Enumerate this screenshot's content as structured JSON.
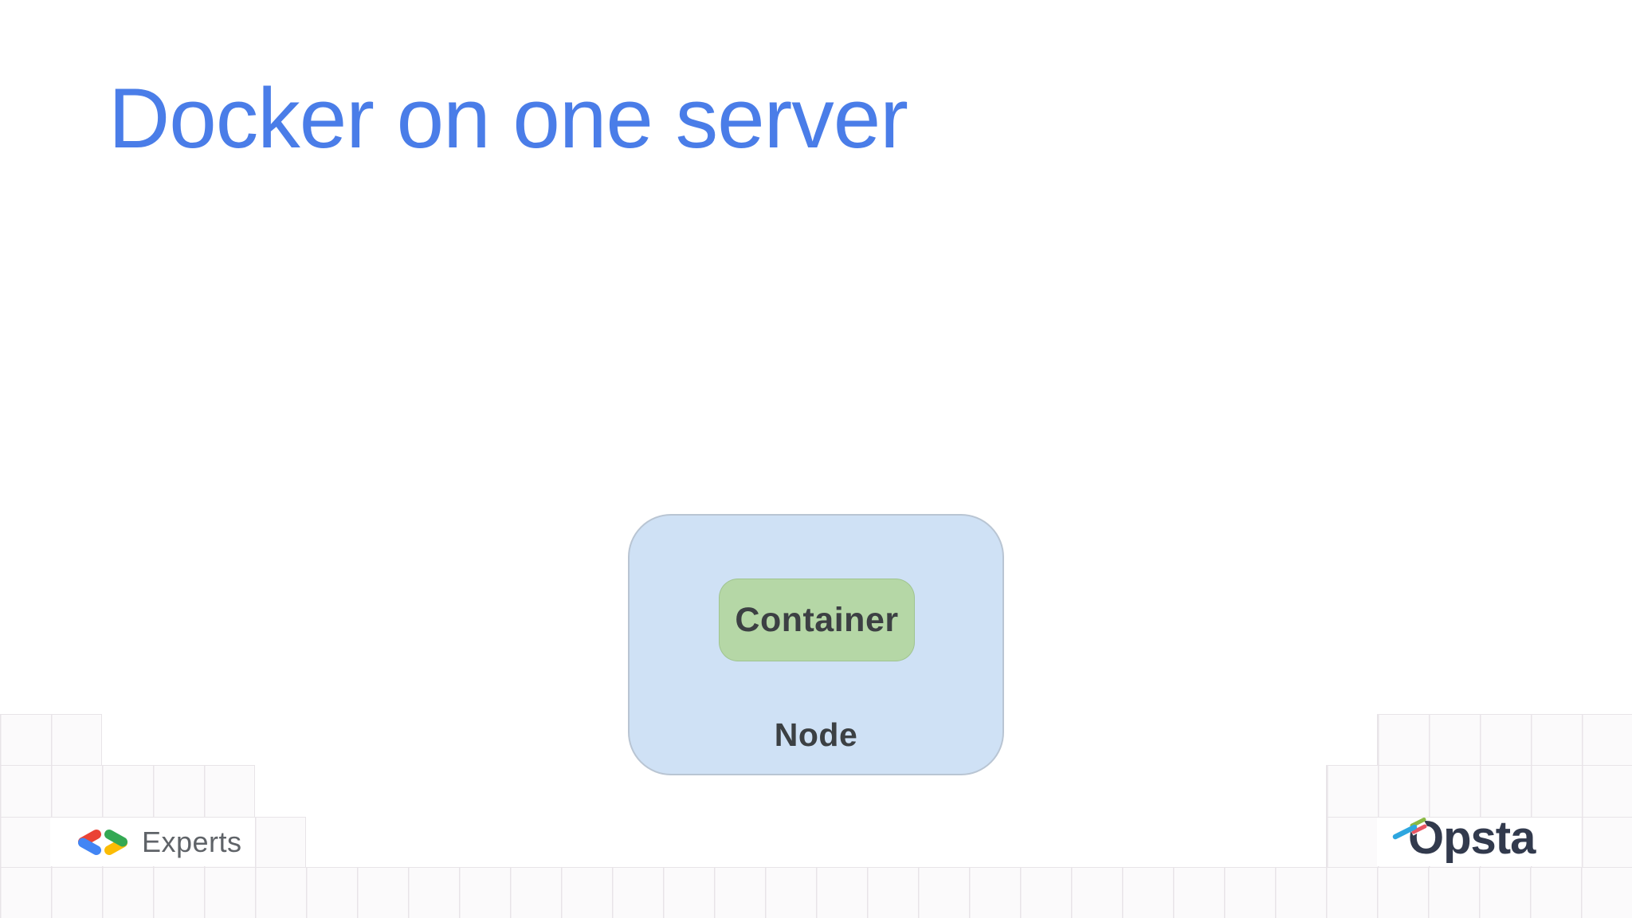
{
  "slide": {
    "title": "Docker on one server",
    "title_color": "#4a7de8"
  },
  "diagram": {
    "node": {
      "label": "Node",
      "fill_color": "#cfe1f5"
    },
    "container": {
      "label": "Container",
      "fill_color": "#b5d7a6"
    },
    "label_text_color": "#3c4043"
  },
  "footer": {
    "experts": {
      "label": "Experts",
      "text_color": "#5f6368",
      "icon": "code-chevrons-icon",
      "icon_colors": {
        "red": "#EA4335",
        "blue": "#4285F4",
        "green": "#34A853",
        "yellow": "#FBBC04"
      }
    },
    "opsta": {
      "label": "Opsta",
      "text_color": "#323a4d",
      "icon": "speed-stripes-icon",
      "stripe_colors": {
        "green": "#8ab943",
        "blue": "#2ea6df",
        "red": "#e85562"
      }
    }
  }
}
